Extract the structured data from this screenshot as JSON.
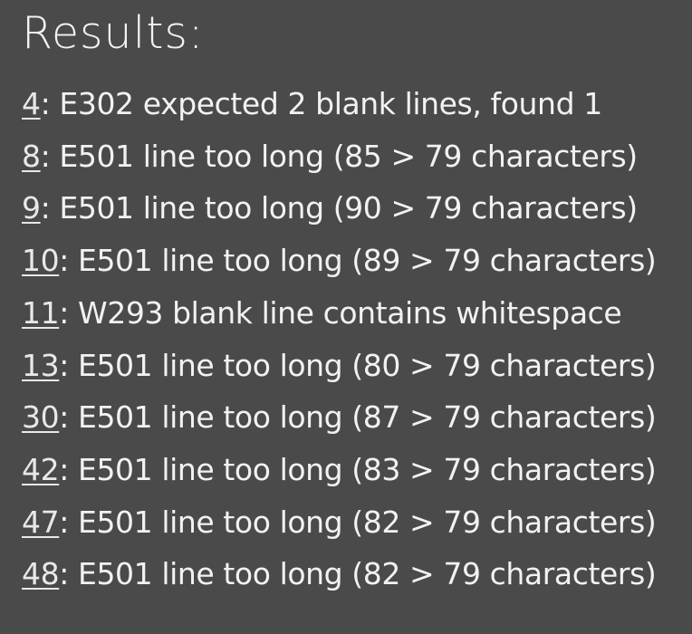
{
  "title": "Results:",
  "results": [
    {
      "line": "4",
      "message": ": E302 expected 2 blank lines, found 1"
    },
    {
      "line": "8",
      "message": ": E501 line too long (85 > 79 characters)"
    },
    {
      "line": "9",
      "message": ": E501 line too long (90 > 79 characters)"
    },
    {
      "line": "10",
      "message": ": E501 line too long (89 > 79 characters)"
    },
    {
      "line": "11",
      "message": ": W293 blank line contains whitespace"
    },
    {
      "line": "13",
      "message": ": E501 line too long (80 > 79 characters)"
    },
    {
      "line": "30",
      "message": ": E501 line too long (87 > 79 characters)"
    },
    {
      "line": "42",
      "message": ": E501 line too long (83 > 79 characters)"
    },
    {
      "line": "47",
      "message": ": E501 line too long (82 > 79 characters)"
    },
    {
      "line": "48",
      "message": ": E501 line too long (82 > 79 characters)"
    }
  ]
}
